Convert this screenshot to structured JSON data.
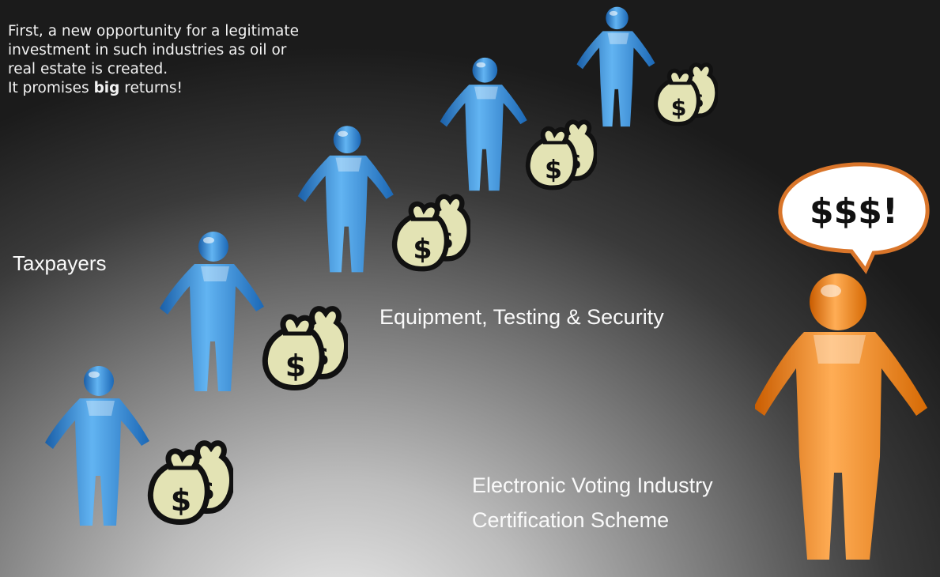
{
  "intro": {
    "line1": "First, a new opportunity for a legitimate",
    "line2": "investment in such industries as oil or",
    "line3": "real estate is created.",
    "line4_pre": "It promises ",
    "line4_bold": "big",
    "line4_post": " returns!"
  },
  "labels": {
    "taxpayers": "Taxpayers",
    "equipment": "Equipment, Testing & Security",
    "industry_line1": "Electronic Voting Industry",
    "industry_line2": "Certification Scheme"
  },
  "speech_bubble": "$$$!",
  "money_bag_symbol": "$",
  "colors": {
    "taxpayer_figure": "#2f86d6",
    "industry_figure": "#e8780c",
    "money_bag": "#e3e3b4",
    "bubble_border": "#d9752a"
  }
}
